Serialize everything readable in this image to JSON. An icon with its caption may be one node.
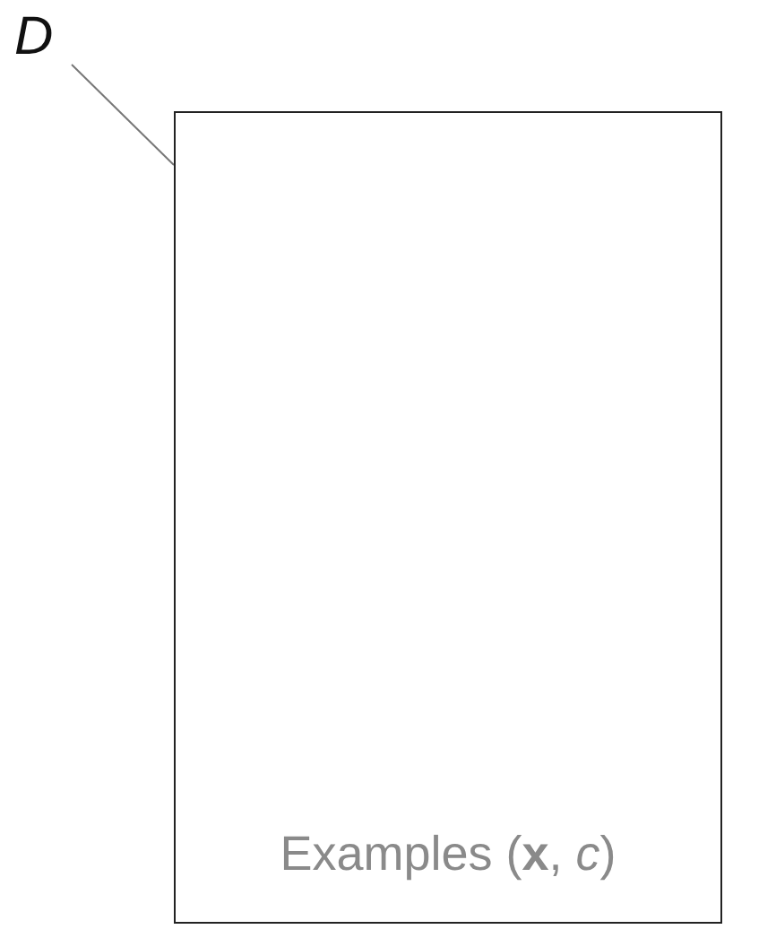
{
  "diagram": {
    "nodes": [
      {
        "text": [
          "D"
        ]
      },
      {
        "text": [
          "Examples (**x**, *c*)"
        ]
      }
    ],
    "edges": [
      {
        "from": 0,
        "to": 1,
        "arrow": "none"
      }
    ]
  }
}
